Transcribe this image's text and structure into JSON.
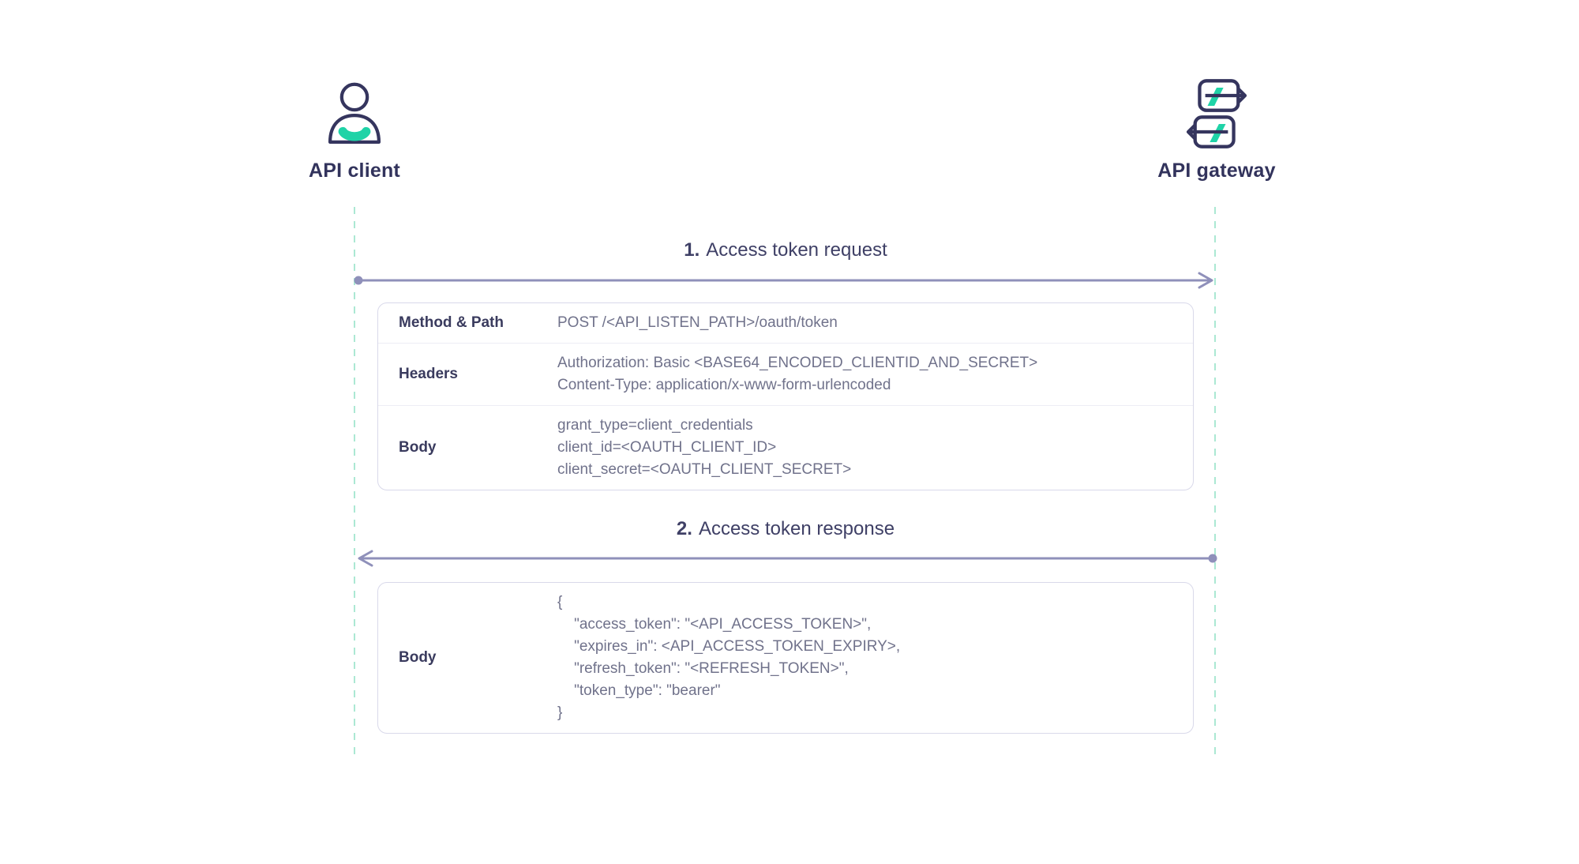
{
  "diagram": {
    "actors": [
      {
        "label": "API client",
        "icon": "user-icon"
      },
      {
        "label": "API gateway",
        "icon": "gateway-icon"
      }
    ],
    "messages": [
      {
        "number": "1.",
        "title": "Access token request",
        "direction": "client-to-gateway",
        "table": {
          "rows": [
            {
              "label": "Method & Path",
              "lines": [
                "POST /<API_LISTEN_PATH>/oauth/token"
              ]
            },
            {
              "label": "Headers",
              "lines": [
                "Authorization: Basic <BASE64_ENCODED_CLIENTID_AND_SECRET>",
                "Content-Type: application/x-www-form-urlencoded"
              ]
            },
            {
              "label": "Body",
              "lines": [
                "grant_type=client_credentials",
                "client_id=<OAUTH_CLIENT_ID>",
                "client_secret=<OAUTH_CLIENT_SECRET>"
              ]
            }
          ]
        }
      },
      {
        "number": "2.",
        "title": "Access token response",
        "direction": "gateway-to-client",
        "table": {
          "rows": [
            {
              "label": "Body",
              "lines": [
                "{",
                "    \"access_token\": \"<API_ACCESS_TOKEN>\",",
                "    \"expires_in\": <API_ACCESS_TOKEN_EXPIRY>,",
                "    \"refresh_token\": \"<REFRESH_TOKEN>\",",
                "    \"token_type\": \"bearer\"",
                "}"
              ]
            }
          ]
        }
      }
    ],
    "colors": {
      "accent_teal": "#1fd3a7",
      "outline_dark": "#35355e",
      "arrow_purple": "#8f90ba",
      "lifeline_mint": "#abe8d3",
      "table_border": "#d9d9ea",
      "value_text": "#70728b"
    }
  }
}
